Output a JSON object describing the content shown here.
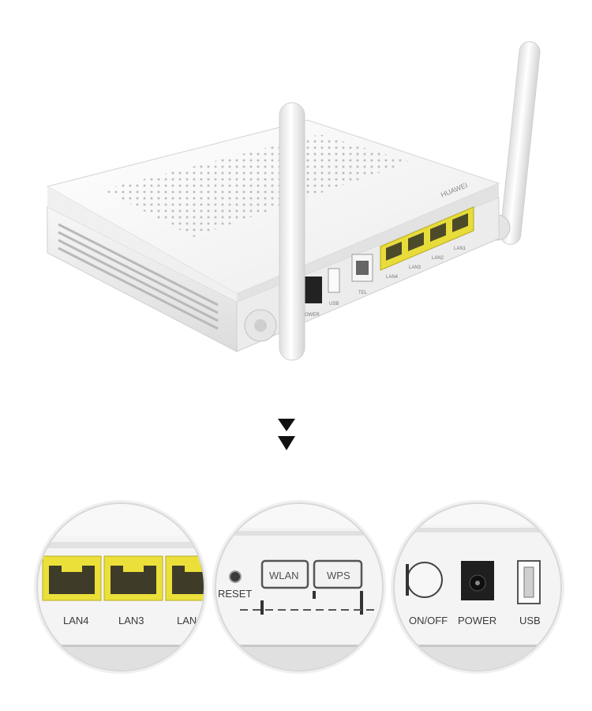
{
  "router": {
    "brand_logo": "HUAWEI",
    "rear_port_labels": [
      "POWER",
      "USB",
      "TEL",
      "LAN4",
      "LAN3",
      "LAN2",
      "LAN1"
    ],
    "colors": {
      "body": "#f3f3f3",
      "lan_port": "#e8dc3a",
      "antenna": "#f6f6f6"
    }
  },
  "arrow_icon": "double-down-arrow",
  "closeups": {
    "lan": {
      "labels": [
        "LAN4",
        "LAN3",
        "LAN"
      ]
    },
    "buttons": {
      "reset": "RESET",
      "wlan": "WLAN",
      "wps": "WPS"
    },
    "power": {
      "on_off": "ON/OFF",
      "power": "POWER",
      "usb": "USB"
    }
  }
}
